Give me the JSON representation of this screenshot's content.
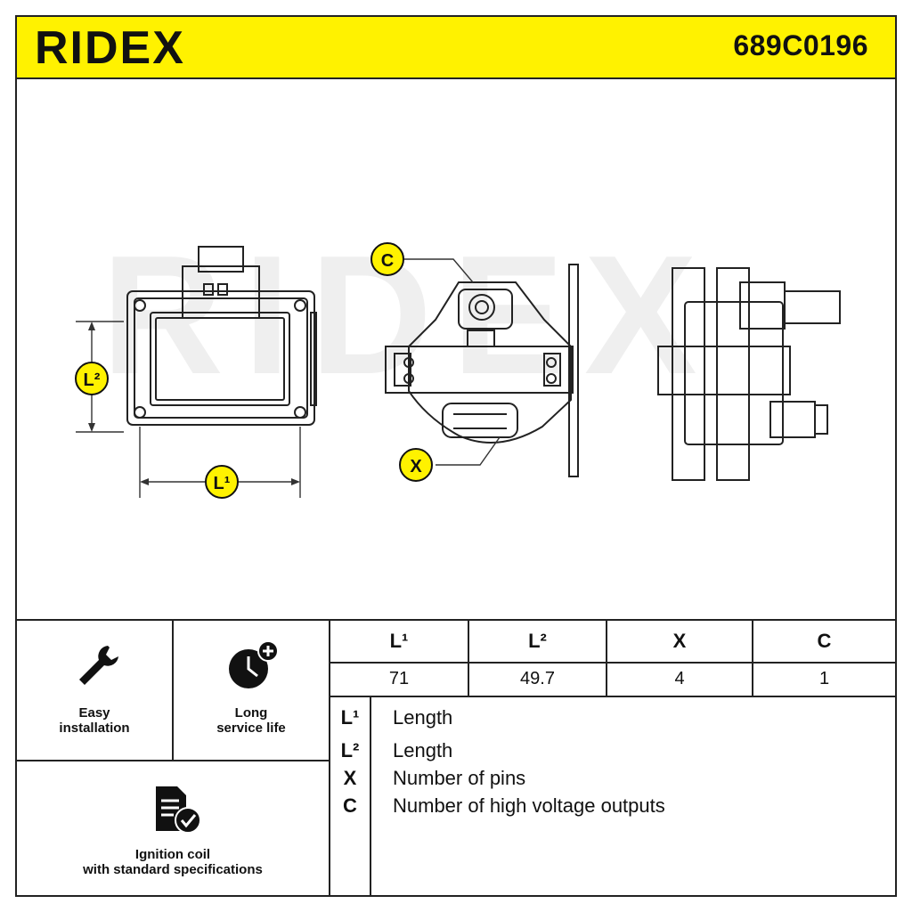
{
  "header": {
    "brand": "RIDEX",
    "part_number": "689C0196",
    "color": "#fff200"
  },
  "drawing": {
    "watermark": "RIDEX",
    "dims": {
      "l1": "L¹",
      "l2": "L²",
      "x": "X",
      "c": "C"
    },
    "accent": "#fff200"
  },
  "features": [
    {
      "icon": "wrench-icon",
      "line1": "Easy",
      "line2": "installation"
    },
    {
      "icon": "clock-plus-icon",
      "line1": "Long",
      "line2": "service life"
    },
    {
      "icon": "document-check-icon",
      "line1": "Ignition coil",
      "line2": "with standard specifications"
    }
  ],
  "spec_table": {
    "headers": [
      "L¹",
      "L²",
      "X",
      "C"
    ],
    "values": [
      "71",
      "49.7",
      "4",
      "1"
    ]
  },
  "legend": [
    {
      "code": "L¹",
      "text": "Length"
    },
    {
      "code": "L²",
      "text": "Length"
    },
    {
      "code": "X",
      "text": "Number of pins"
    },
    {
      "code": "C",
      "text": "Number of high voltage outputs"
    }
  ]
}
